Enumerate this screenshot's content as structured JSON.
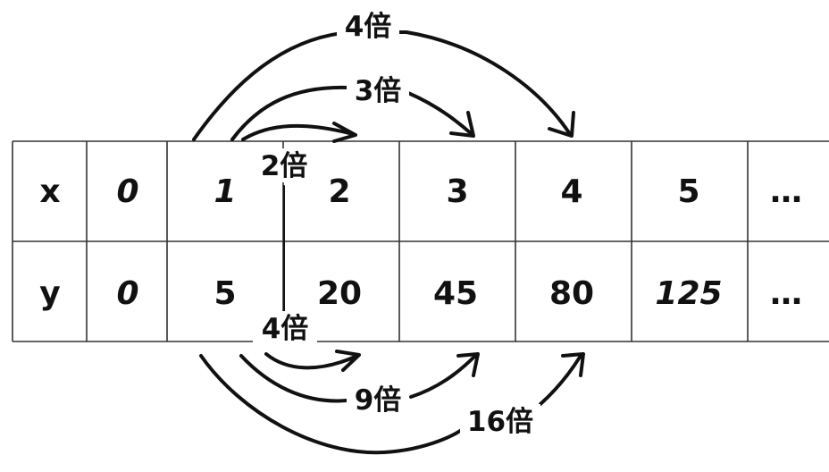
{
  "table": {
    "rows": [
      {
        "header": "x",
        "cells": [
          "0",
          "1",
          "2",
          "3",
          "4",
          "5",
          "…"
        ]
      },
      {
        "header": "y",
        "cells": [
          "0",
          "5",
          "20",
          "45",
          "80",
          "125",
          "…"
        ]
      }
    ]
  },
  "multipliers": {
    "top": [
      "2倍",
      "3倍",
      "4倍"
    ],
    "bottom": [
      "4倍",
      "9倍",
      "16倍"
    ]
  },
  "colors": {
    "ink": "#111111",
    "grid": "#333333",
    "background": "#ffffff"
  }
}
